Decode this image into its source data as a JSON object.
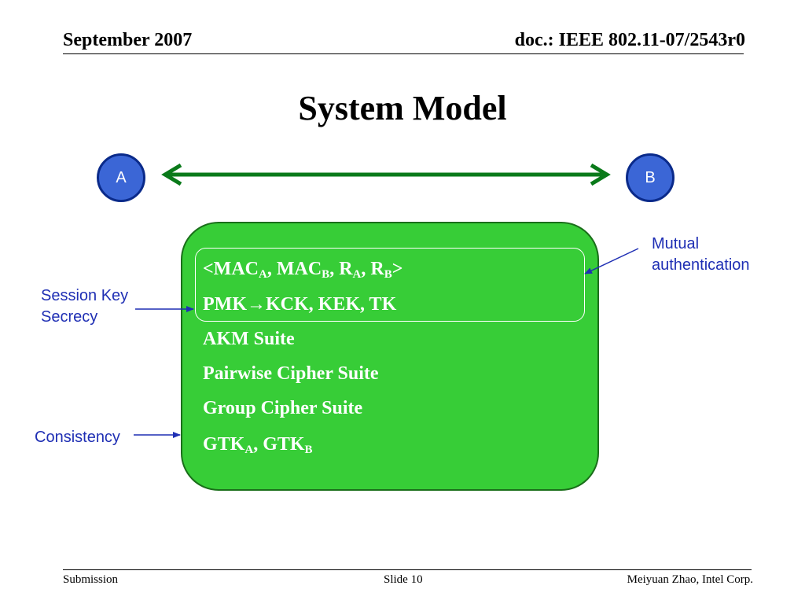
{
  "header": {
    "date": "September 2007",
    "doc": "doc.: IEEE 802.11-07/2543r0"
  },
  "title": "System Model",
  "nodes": {
    "a": "A",
    "b": "B"
  },
  "box": {
    "items": [
      {
        "parts": [
          {
            "text": "<MAC"
          },
          {
            "sub": "A"
          },
          {
            "text": ", MAC"
          },
          {
            "sub": "B"
          },
          {
            "text": ", R"
          },
          {
            "sub": "A"
          },
          {
            "text": ", R"
          },
          {
            "sub": "B"
          },
          {
            "text": ">"
          }
        ]
      },
      {
        "parts": [
          {
            "text": "PMK→KCK, KEK, TK"
          }
        ]
      },
      {
        "parts": [
          {
            "text": "AKM Suite"
          }
        ]
      },
      {
        "parts": [
          {
            "text": "Pairwise Cipher Suite"
          }
        ]
      },
      {
        "parts": [
          {
            "text": "Group Cipher Suite"
          }
        ]
      },
      {
        "parts": [
          {
            "text": "GTK"
          },
          {
            "sub": "A"
          },
          {
            "text": ", GTK"
          },
          {
            "sub": "B"
          }
        ]
      }
    ]
  },
  "callouts": {
    "mutual": [
      "Mutual",
      "authentication"
    ],
    "session": [
      "Session Key",
      "Secrecy"
    ],
    "consistency": "Consistency"
  },
  "colors": {
    "node_fill": "#3b66d6",
    "arrow": "#0a7a1a",
    "box_fill": "#37cd37",
    "callout_text": "#1f2fb4"
  },
  "footer": {
    "left": "Submission",
    "center": "Slide 10",
    "right": "Meiyuan Zhao, Intel Corp."
  }
}
